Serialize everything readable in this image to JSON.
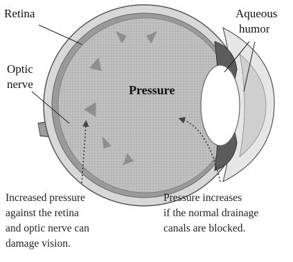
{
  "labels": {
    "retina": "Retina",
    "aqueous_humor_line1": "Aqueous",
    "aqueous_humor_line2": "humor",
    "optic_nerve_line1": "Optic",
    "optic_nerve_line2": "nerve",
    "pressure": "Pressure"
  },
  "captions": {
    "left": [
      "Increased pressure",
      "against the retina",
      "and optic nerve can",
      "damage vision."
    ],
    "right": [
      "Pressure increases",
      "if the normal drainage",
      "canals are blocked."
    ]
  },
  "colors": {
    "eye_fill": "#bdbdbd",
    "sclera": "#7a7a7a",
    "arrow": "#8e8e8e",
    "lens": "#ffffff",
    "iris": "#5c5c5c"
  }
}
